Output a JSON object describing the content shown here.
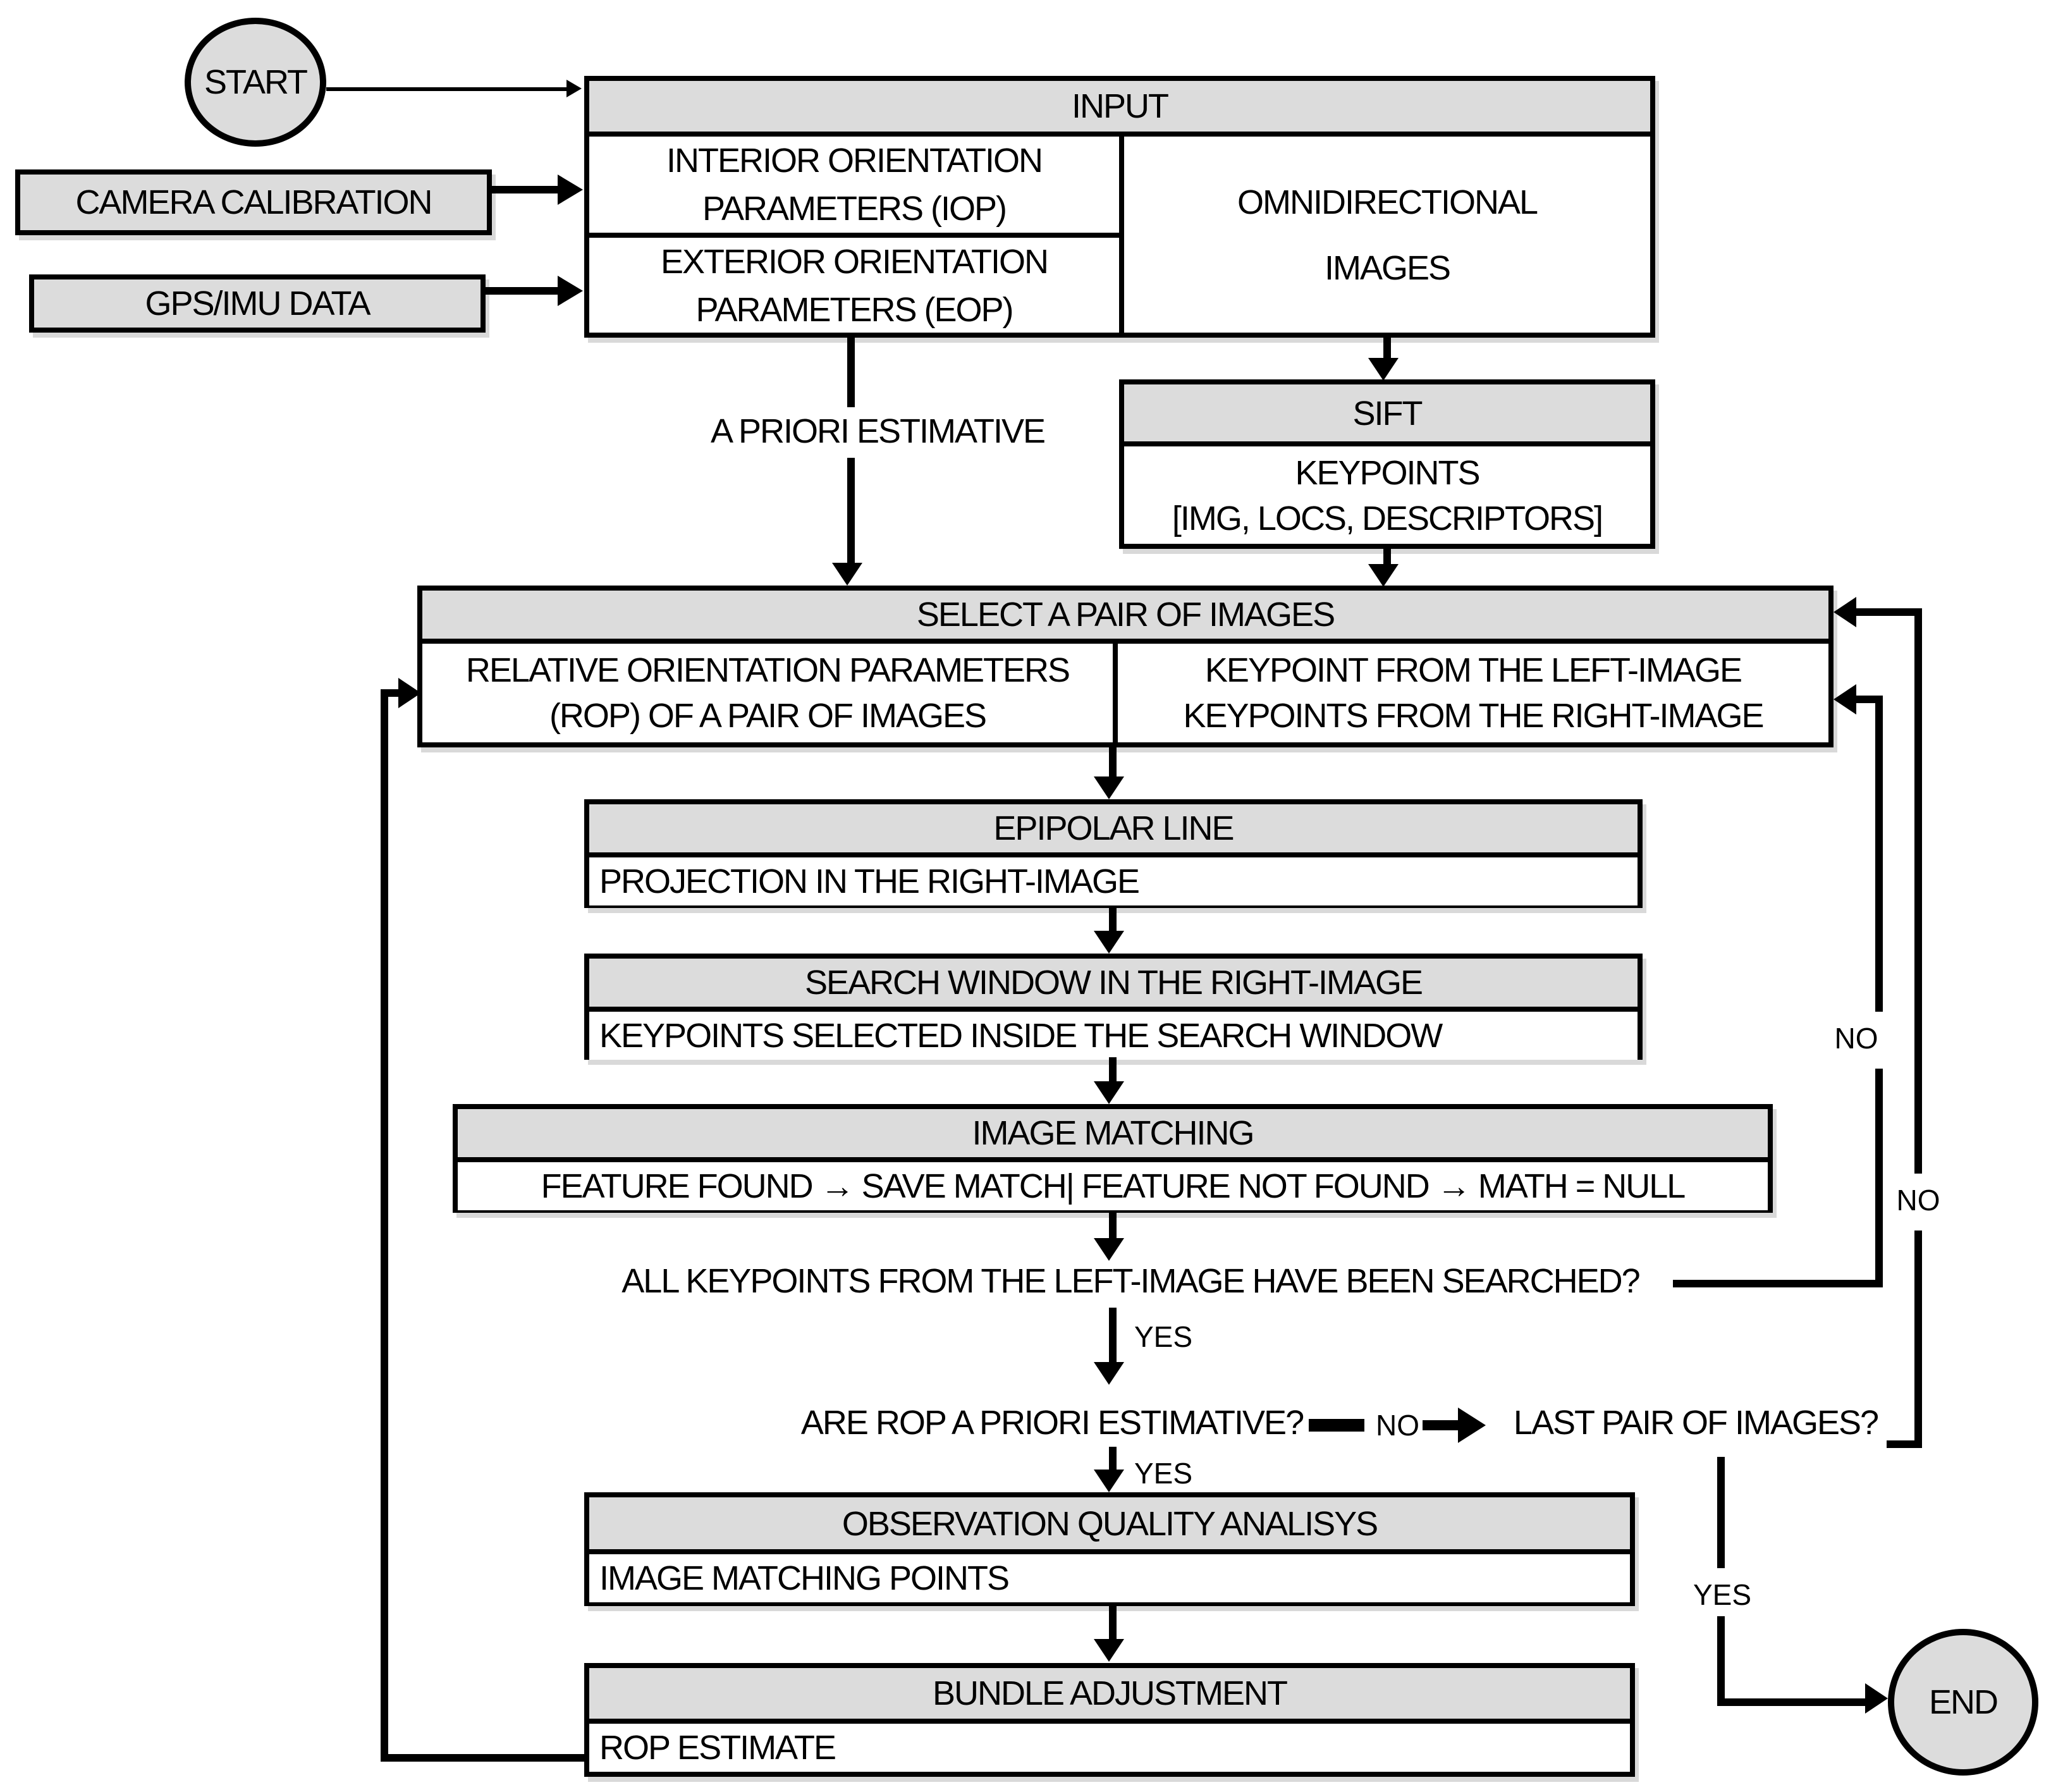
{
  "diagram": {
    "terminals": {
      "start": "START",
      "end": "END"
    },
    "camera_box": {
      "label": "CAMERA CALIBRATION"
    },
    "gps_box": {
      "label": "GPS/IMU DATA"
    },
    "input_box": {
      "header": "INPUT",
      "iop_line1": "INTERIOR ORIENTATION",
      "iop_line2": "PARAMETERS (IOP)",
      "eop_line1": "EXTERIOR ORIENTATION",
      "eop_line2": "PARAMETERS (EOP)",
      "omni_line1": "OMNIDIRECTIONAL",
      "omni_line2": "IMAGES"
    },
    "sift_box": {
      "header": "SIFT",
      "body_line1": "KEYPOINTS",
      "body_line2": "[IMG, LOCS, DESCRIPTORS]"
    },
    "apriori_label": "A PRIORI ESTIMATIVE",
    "select_box": {
      "header": "SELECT A PAIR OF IMAGES",
      "left_line1": "RELATIVE ORIENTATION PARAMETERS",
      "left_line2": "(ROP) OF A PAIR OF IMAGES",
      "right_line1": "KEYPOINT FROM THE LEFT-IMAGE",
      "right_line2": "KEYPOINTS FROM THE RIGHT-IMAGE"
    },
    "epipolar_box": {
      "header": "EPIPOLAR LINE",
      "body": "PROJECTION IN THE RIGHT-IMAGE"
    },
    "search_box": {
      "header": "SEARCH WINDOW IN THE RIGHT-IMAGE",
      "body": "KEYPOINTS SELECTED INSIDE THE SEARCH WINDOW"
    },
    "matching_box": {
      "header": "IMAGE MATCHING",
      "body": "FEATURE FOUND → SAVE MATCH| FEATURE NOT FOUND → MATH = NULL"
    },
    "question1": "ALL KEYPOINTS FROM THE LEFT-IMAGE HAVE BEEN SEARCHED?",
    "question2": "ARE ROP A PRIORI ESTIMATIVE?",
    "question3": "LAST PAIR OF IMAGES?",
    "labels": {
      "yes1": "YES",
      "yes2": "YES",
      "yes3": "YES",
      "no_inner": "NO",
      "no_outer": "NO",
      "no_inline": "NO"
    },
    "observation_box": {
      "header": "OBSERVATION QUALITY ANALISYS",
      "body": "IMAGE MATCHING POINTS"
    },
    "bundle_box": {
      "header": "BUNDLE ADJUSTMENT",
      "body": "ROP ESTIMATE"
    },
    "colors": {
      "box_fill": "#dcdcdc",
      "body_fill": "#ffffff",
      "line": "#000000"
    }
  }
}
